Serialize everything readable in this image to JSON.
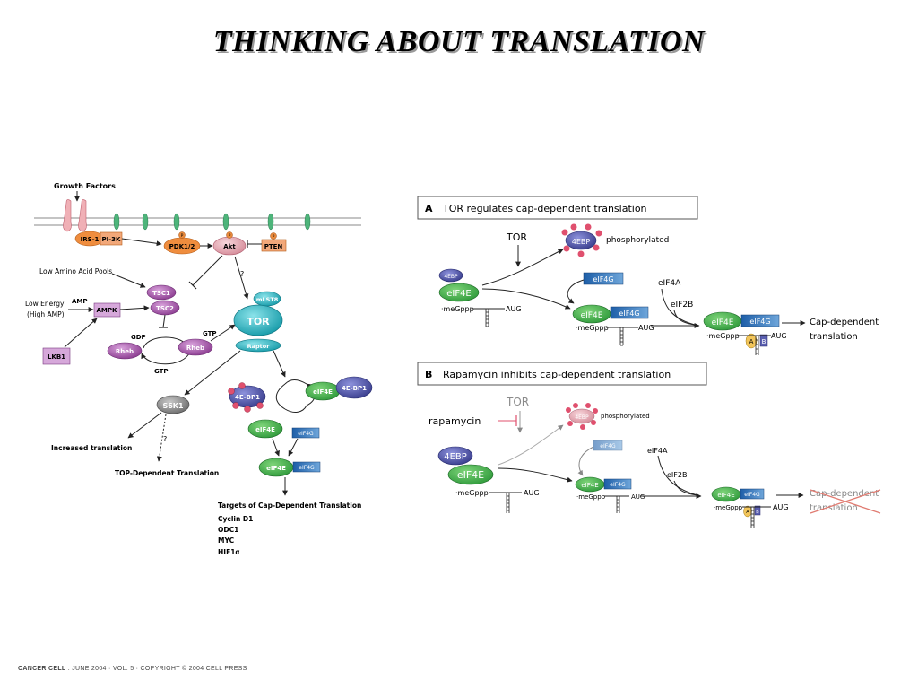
{
  "slide": {
    "title": "THINKING ABOUT TRANSLATION"
  },
  "footer": {
    "journal": "CANCER CELL",
    "rest": " : JUNE 2004 · VOL. 5 · COPYRIGHT © 2004 CELL PRESS"
  },
  "left": {
    "growth_factors": "Growth Factors",
    "irs1": "IRS-1",
    "pi3k": "PI-3K",
    "pdk": "PDK1/2",
    "akt": "Akt",
    "pten": "PTEN",
    "low_aa": "Low Amino Acid Pools",
    "low_energy": "Low Energy",
    "high_amp": "(High AMP)",
    "amp": "AMP",
    "ampk": "AMPK",
    "lkb1": "LKB1",
    "tsc1": "TSC1",
    "tsc2": "TSC2",
    "gdp": "GDP",
    "gtp_top": "GTP",
    "gtp_bottom": "GTP",
    "rheb_left": "Rheb",
    "rheb_right": "Rheb",
    "q1": "?",
    "q2": "?",
    "mlst8": "mLST8",
    "tor": "TOR",
    "raptor": "Raptor",
    "s6k1": "S6K1",
    "ebp1": "4E-BP1",
    "eif4e_complex": "eIF4E",
    "ebp1_complex": "4E-BP1",
    "eif4e_free": "eIF4E",
    "eif4g_free": "eIF4G",
    "eif4e_bound": "eIF4E",
    "eif4g_bound": "eIF4G",
    "p": "P",
    "increased": "Increased translation",
    "top_dependent": "TOP-Dependent Translation",
    "targets_title": "Targets of Cap-Dependent Translation",
    "targets": [
      "Cyclin D1",
      "ODC1",
      "MYC",
      "HIF1α"
    ]
  },
  "panel_a": {
    "letter": "A",
    "title": "TOR regulates cap-dependent translation",
    "tor": "TOR",
    "ebp": "4EBP",
    "phosphorylated": "phosphorylated",
    "ebp_small": "4EBP",
    "eif4e": "eIF4E",
    "cap": "·meGppp",
    "aug": "AUG",
    "eif4g": "eIF4G",
    "eif4e_mid": "eIF4E",
    "eif4g_mid": "eIF4G",
    "cap_mid": "·meGppp",
    "aug_mid": "AUG",
    "eif4a": "eIF4A",
    "eif2b": "eIF2B",
    "eif4e_final": "eIF4E",
    "eif4g_final": "eIF4G",
    "cap_final": "·meGppp",
    "aug_final": "AUG",
    "a_sub": "A",
    "b_sub": "B",
    "result1": "Cap-dependent",
    "result2": "translation"
  },
  "panel_b": {
    "letter": "B",
    "title": "Rapamycin inhibits cap-dependent translation",
    "tor": "TOR",
    "rapamycin": "rapamycin",
    "ebp": "4EBP",
    "phosphorylated": "phosphorylated",
    "ebp_big": "4EBP",
    "eif4e": "eIF4E",
    "cap": "·meGppp",
    "aug": "AUG",
    "eif4g": "eIF4G",
    "eif4e_mid": "eIF4E",
    "eif4g_mid": "eIF4G",
    "cap_mid": "·meGppp",
    "aug_mid": "AUG",
    "eif4a": "eIF4A",
    "eif2b": "eIF2B",
    "eif4e_final": "eIF4E",
    "eif4g_final": "eIF4G",
    "cap_final": "·meGppp",
    "aug_final": "AUG",
    "a_sub": "A",
    "b_sub": "B",
    "result1": "Cap-dependent",
    "result2": "translation"
  },
  "colors": {
    "green": "#3fae49",
    "blue_box": "#2f6fb3",
    "purple": "#8a3a8f",
    "navy": "#3b3f8f",
    "teal": "#1aa3b0",
    "orange": "#e98a3c",
    "pink": "#e0506e"
  }
}
